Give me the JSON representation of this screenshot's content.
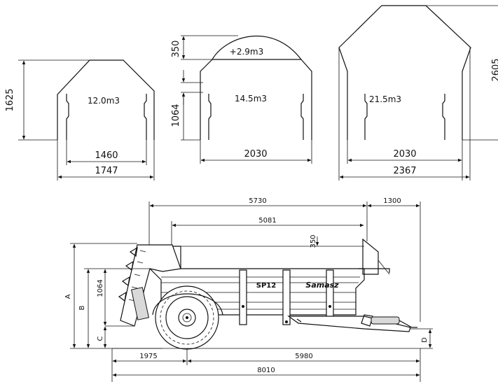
{
  "profiles": {
    "small": {
      "volume": "12.0m3",
      "height": "1625",
      "inner_width": "1460",
      "outer_width": "1747"
    },
    "medium": {
      "volume": "14.5m3",
      "extension_volume": "+2.9m3",
      "extension_height": "350",
      "side_height": "1064",
      "width": "2030"
    },
    "large": {
      "volume": "21.5m3",
      "height": "2605",
      "inner_width": "2030",
      "outer_width": "2367"
    }
  },
  "side_view": {
    "model": "SP12",
    "brand": "Samasz",
    "overall_length": "5730",
    "drawbar_length": "1300",
    "body_length": "5081",
    "extension_height": "350",
    "side_height": "1064",
    "rear_to_axle": "1975",
    "axle_to_front": "5980",
    "total_length": "8010",
    "labels": {
      "a": "A",
      "b": "B",
      "c": "C",
      "d": "D"
    }
  }
}
